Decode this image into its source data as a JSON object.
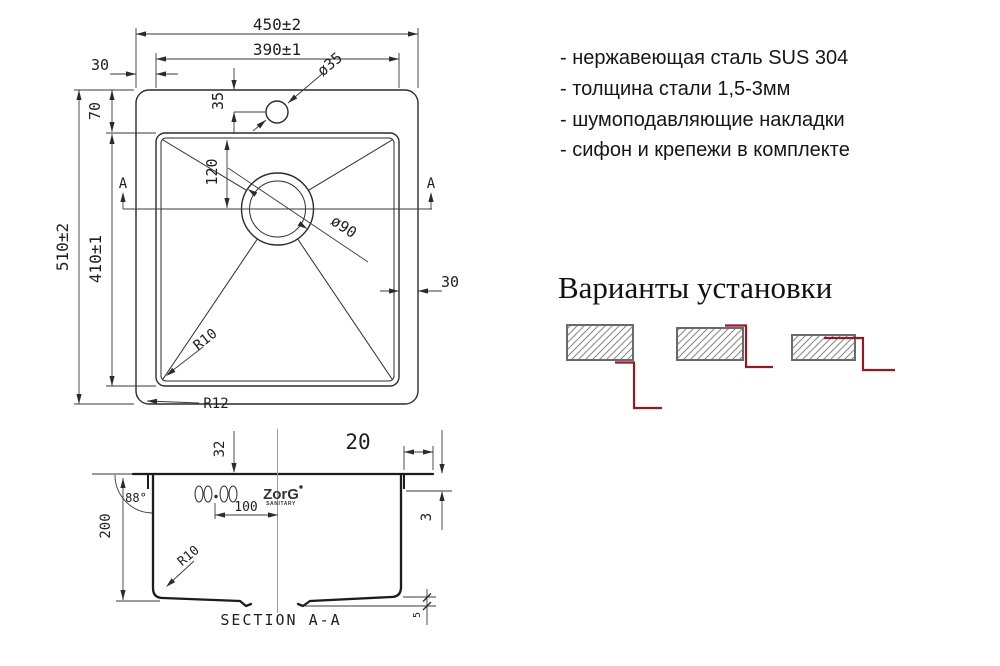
{
  "specs": {
    "items": [
      "- нержавеющая сталь SUS 304",
      "- толщина стали 1,5-3мм",
      "- шумоподавляющие накладки",
      "- сифон и крепежи в комплекте"
    ]
  },
  "install": {
    "heading": "Варианты установки"
  },
  "top_view": {
    "dims": {
      "width_outer": "450±2",
      "width_inner": "390±1",
      "left_offset": "30",
      "height_outer": "510±2",
      "height_inner": "410±1",
      "top_offset": "70",
      "faucet_offset": "35",
      "faucet_diameter": "ø35",
      "drain_offset": "120",
      "drain_diameter": "ø90",
      "right_offset": "30",
      "inner_radius": "R10",
      "outer_radius": "R12",
      "section_marker_left": "A",
      "section_marker_right": "A"
    }
  },
  "section_view": {
    "title": "SECTION A-A",
    "dims": {
      "rim_width": "32",
      "flange_overhang": "20",
      "flange_thickness": "3",
      "wall_angle": "88°",
      "depth": "200",
      "bottom_radius": "R10",
      "clip_offset": "100",
      "bottom_slope": "5"
    },
    "logo": {
      "brand": "ZorG",
      "subtitle": "SANITARY"
    }
  },
  "colors": {
    "line": "#2b2b2b",
    "accent_red": "#8e1c28",
    "hatch_border": "#6a6a6a"
  }
}
